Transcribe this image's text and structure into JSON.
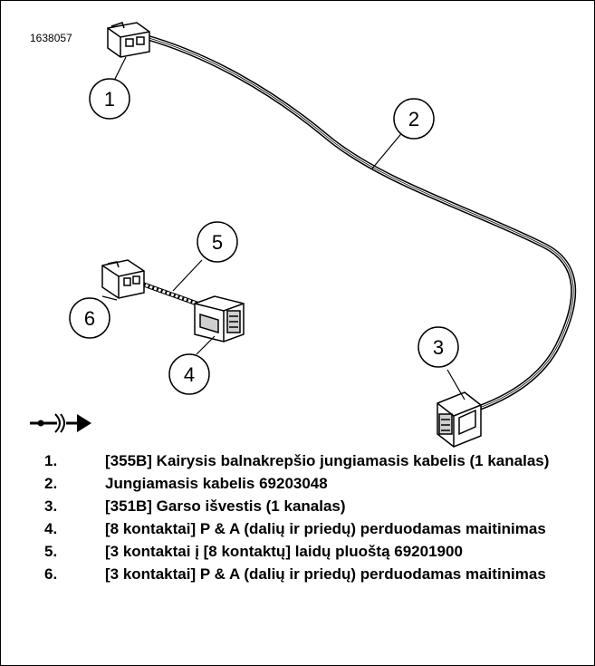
{
  "figure_id": "1638057",
  "callouts": [
    "1",
    "2",
    "3",
    "4",
    "5",
    "6"
  ],
  "legend": [
    {
      "num": "1.",
      "text": "[355B] Kairysis balnakrepšio jungiamasis kabelis (1 kanalas)"
    },
    {
      "num": "2.",
      "text": "Jungiamasis kabelis 69203048"
    },
    {
      "num": "3.",
      "text": "[351B] Garso išvestis (1 kanalas)"
    },
    {
      "num": "4.",
      "text": "[8 kontaktai] P & A (dalių ir priedų) perduodamas maitinimas"
    },
    {
      "num": "5.",
      "text": "[3 kontaktai į [8 kontaktų] laidų pluoštą 69201900"
    },
    {
      "num": "6.",
      "text": "[3 kontaktai] P & A (dalių ir priedų) perduodamas maitinimas"
    }
  ],
  "colors": {
    "line": "#000000",
    "connector_fill": "#ffffff",
    "shade": "#cfcfcf"
  },
  "icons": [
    "connector-arrow-icon"
  ]
}
